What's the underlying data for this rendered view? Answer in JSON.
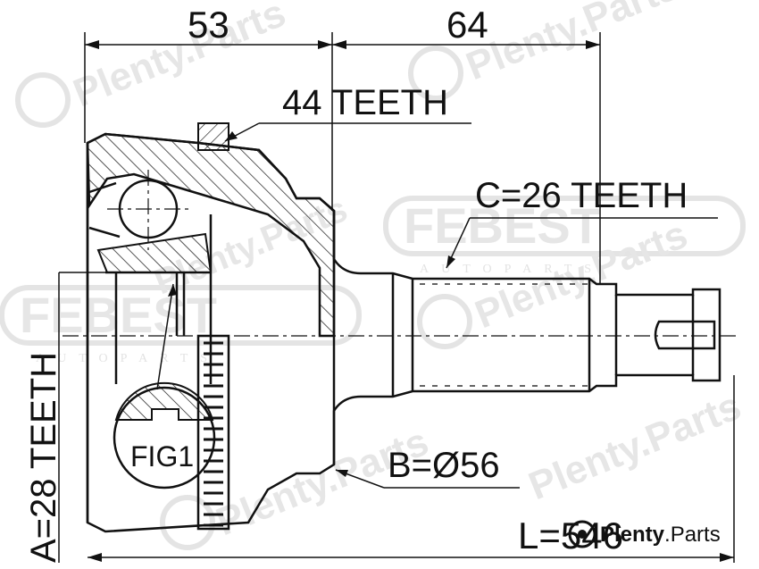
{
  "dimensions": {
    "left_length": "53",
    "right_length": "64",
    "total_length": "L=546"
  },
  "labels": {
    "outer_teeth": "44 TEETH",
    "shaft_spline": "C=26 TEETH",
    "inner_spline": "A=28 TEETH",
    "outer_diameter": "B=Ø56",
    "detail": "FIG1"
  },
  "watermark": {
    "logo_text": "FEBEST",
    "logo_subtext": "AUTOPARTS",
    "site_text": "Plenty.Parts",
    "brand_prefix": "Plenty",
    "brand_suffix": ".Parts"
  },
  "colors": {
    "line": "#111111",
    "watermark": "#e6e6e6",
    "background": "#ffffff"
  }
}
